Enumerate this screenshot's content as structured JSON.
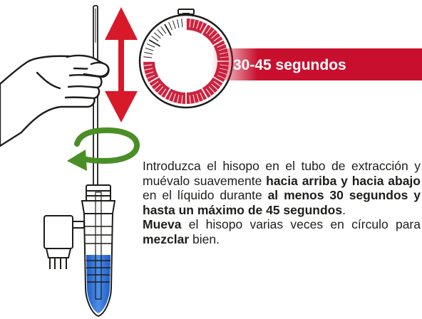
{
  "timer": {
    "label": "30-45 segundos",
    "accent_color": "#c8102e"
  },
  "instructions": {
    "p1": {
      "t1": "Introduzca el hisopo en el tubo de extracción y muévalo suavemente ",
      "b1": "hacia arriba y hacia abajo",
      "t2": " en el líquido durante ",
      "b2": "al menos 30 segundos y hasta un máximo de 45 segundos",
      "t3": "."
    },
    "p2": {
      "b1": "Mueva",
      "t1": " el hisopo varias veces en círculo para ",
      "b2": "mezclar",
      "t2": " bien."
    }
  },
  "icons": {
    "hand": "hand-holding-swab-icon",
    "vertical_arrow": "up-down-arrow-icon",
    "rotation": "circular-rotation-arrow-icon",
    "tube": "extraction-tube-icon",
    "stopwatch": "stopwatch-icon"
  },
  "colors": {
    "red_arrow": "#d7192a",
    "green_arrow": "#4a8f26",
    "liquid": "#2f6fd6",
    "outline": "#1d1d1b"
  }
}
